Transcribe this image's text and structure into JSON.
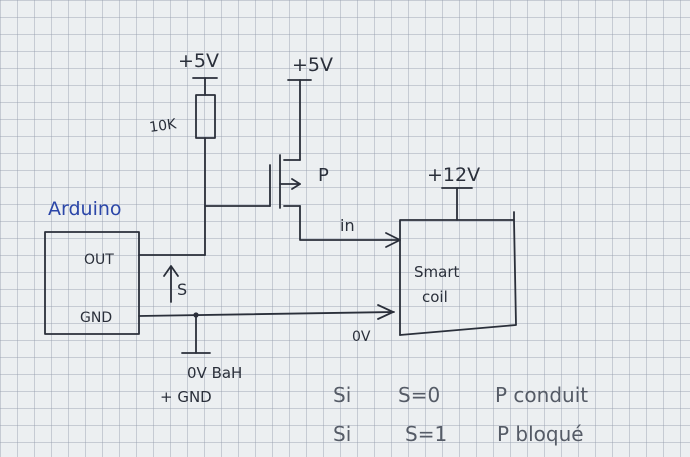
{
  "labels": {
    "supply_resistor": "+5V",
    "supply_transistor": "+5V",
    "resistor": "10K",
    "transistor": "P",
    "supply_coil": "+12V",
    "arduino": "Arduino",
    "out_pin": "OUT",
    "gnd_pin": "GND",
    "signal": "S",
    "input": "in",
    "coil_line1": "Smart",
    "coil_line2": "coil",
    "zero_volt": "0V",
    "ground_line1": "0V BaH",
    "ground_line2": "+ GND"
  },
  "notes": [
    {
      "word": "Si",
      "condition": "S=0",
      "result": "P conduit"
    },
    {
      "word": "Si",
      "condition": "S=1",
      "result": "P bloqué"
    }
  ],
  "colors": {
    "ink": "#2a2f3a",
    "arduino_label": "#2b46a8",
    "notes": "#555b66"
  }
}
